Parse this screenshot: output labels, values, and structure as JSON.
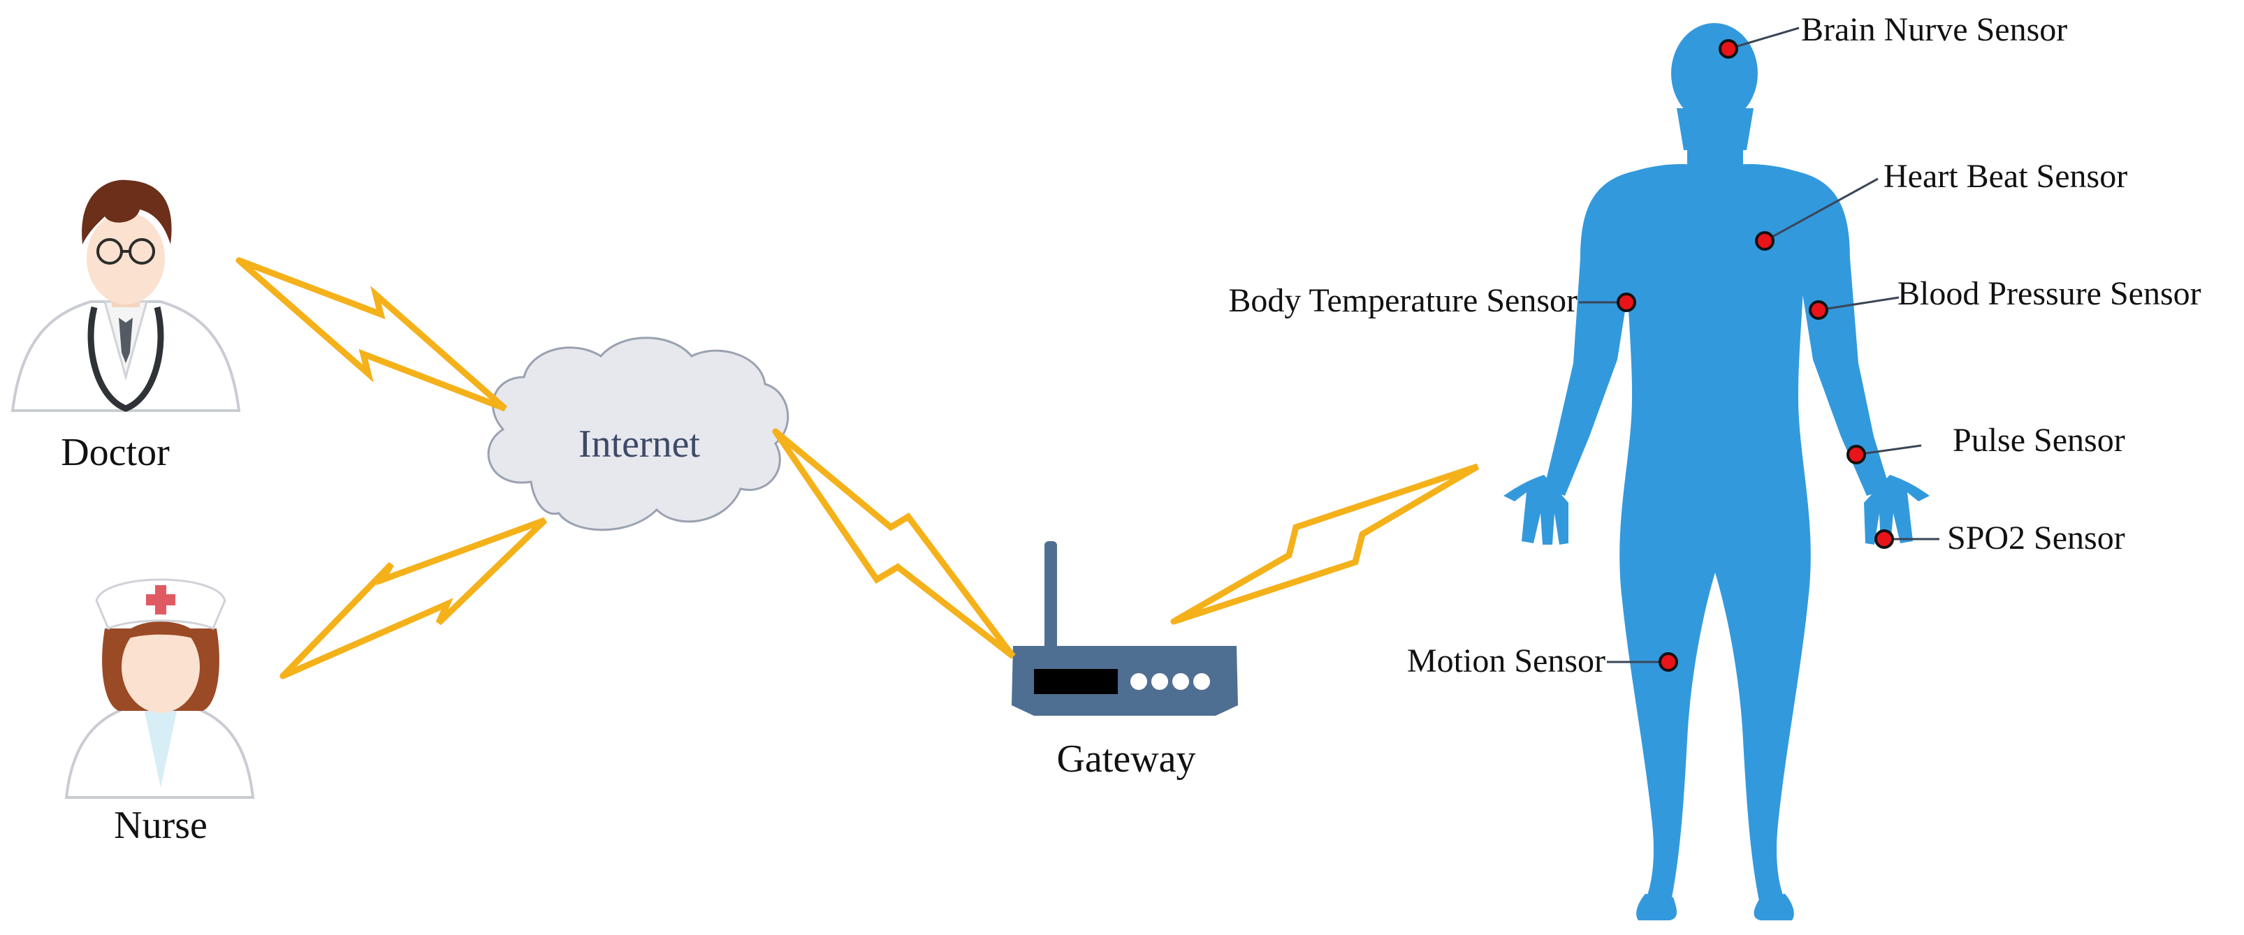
{
  "labels": {
    "doctor": "Doctor",
    "nurse": "Nurse",
    "internet": "Internet",
    "gateway": "Gateway"
  },
  "sensors": {
    "brain": "Brain Nurve Sensor",
    "heart": "Heart Beat Sensor",
    "body_temp": "Body Temperature Sensor",
    "blood_pressure": "Blood Pressure Sensor",
    "pulse": "Pulse Sensor",
    "spo2": "SPO2 Sensor",
    "motion": "Motion Sensor"
  },
  "icons": {
    "doctor": "doctor-icon",
    "nurse": "nurse-icon",
    "cloud": "cloud-icon",
    "router": "router-icon",
    "human": "human-body-icon"
  },
  "colors": {
    "body": "#3399dd",
    "link": "#f4b11a",
    "sensor_dot": "#e8141a",
    "cloud_fill": "#e6e8ee",
    "router": "#4f6f92"
  }
}
